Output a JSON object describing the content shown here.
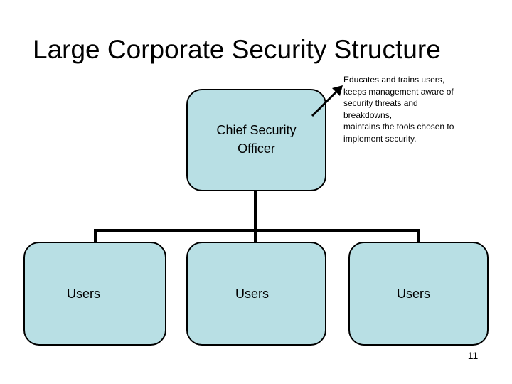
{
  "slide": {
    "title": "Large Corporate Security Structure",
    "page_number": "11",
    "background_color": "#ffffff",
    "node_fill_color": "#b8dfe4",
    "node_border_color": "#000000",
    "text_color": "#000000"
  },
  "org_chart": {
    "root": {
      "id": "chief-security-officer",
      "label": "Chief Security Officer",
      "label_lines": [
        "Chief Security",
        "Officer"
      ]
    },
    "children": [
      {
        "id": "users-1",
        "label": "Users"
      },
      {
        "id": "users-2",
        "label": "Users"
      },
      {
        "id": "users-3",
        "label": "Users"
      }
    ]
  },
  "callout": {
    "target": "chief-security-officer",
    "arrow_direction": "up-right",
    "text": "Educates and trains users, keeps management aware of security threats and breakdowns, maintains the tools chosen to implement security.",
    "lines": [
      "Educates and trains users,",
      "keeps management aware of",
      "security threats and",
      "breakdowns,",
      "maintains the tools chosen to",
      "implement security."
    ]
  }
}
